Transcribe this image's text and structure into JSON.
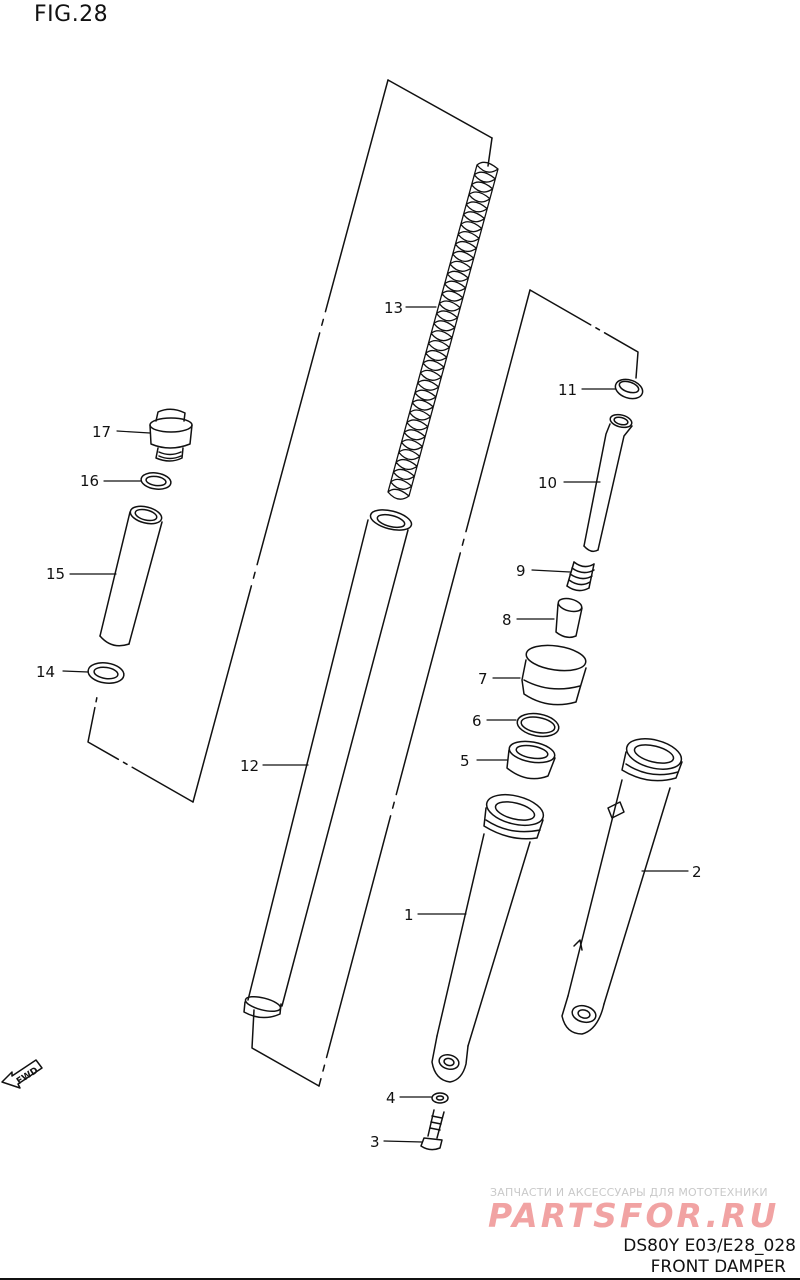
{
  "figure": {
    "label": "FIG.28"
  },
  "diagram": {
    "callouts": [
      {
        "id": "17",
        "text": "17"
      },
      {
        "id": "16",
        "text": "16"
      },
      {
        "id": "15",
        "text": "15"
      },
      {
        "id": "14",
        "text": "14"
      },
      {
        "id": "13",
        "text": "13"
      },
      {
        "id": "12",
        "text": "12"
      },
      {
        "id": "11",
        "text": "11"
      },
      {
        "id": "10",
        "text": "10"
      },
      {
        "id": "9",
        "text": "9"
      },
      {
        "id": "8",
        "text": "8"
      },
      {
        "id": "7",
        "text": "7"
      },
      {
        "id": "6",
        "text": "6"
      },
      {
        "id": "5",
        "text": "5"
      },
      {
        "id": "4",
        "text": "4"
      },
      {
        "id": "3",
        "text": "3"
      },
      {
        "id": "2",
        "text": "2"
      },
      {
        "id": "1",
        "text": "1"
      }
    ]
  },
  "fwd_indicator": {
    "text": "FWD"
  },
  "watermark": {
    "tagline": "ЗАПЧАСТИ И АКСЕССУАРЫ ДЛЯ МОТОТЕХНИКИ",
    "logo": "PARTSFOR.RU"
  },
  "footer": {
    "code": "DS80Y E03/E28_028",
    "title": "FRONT DAMPER"
  }
}
